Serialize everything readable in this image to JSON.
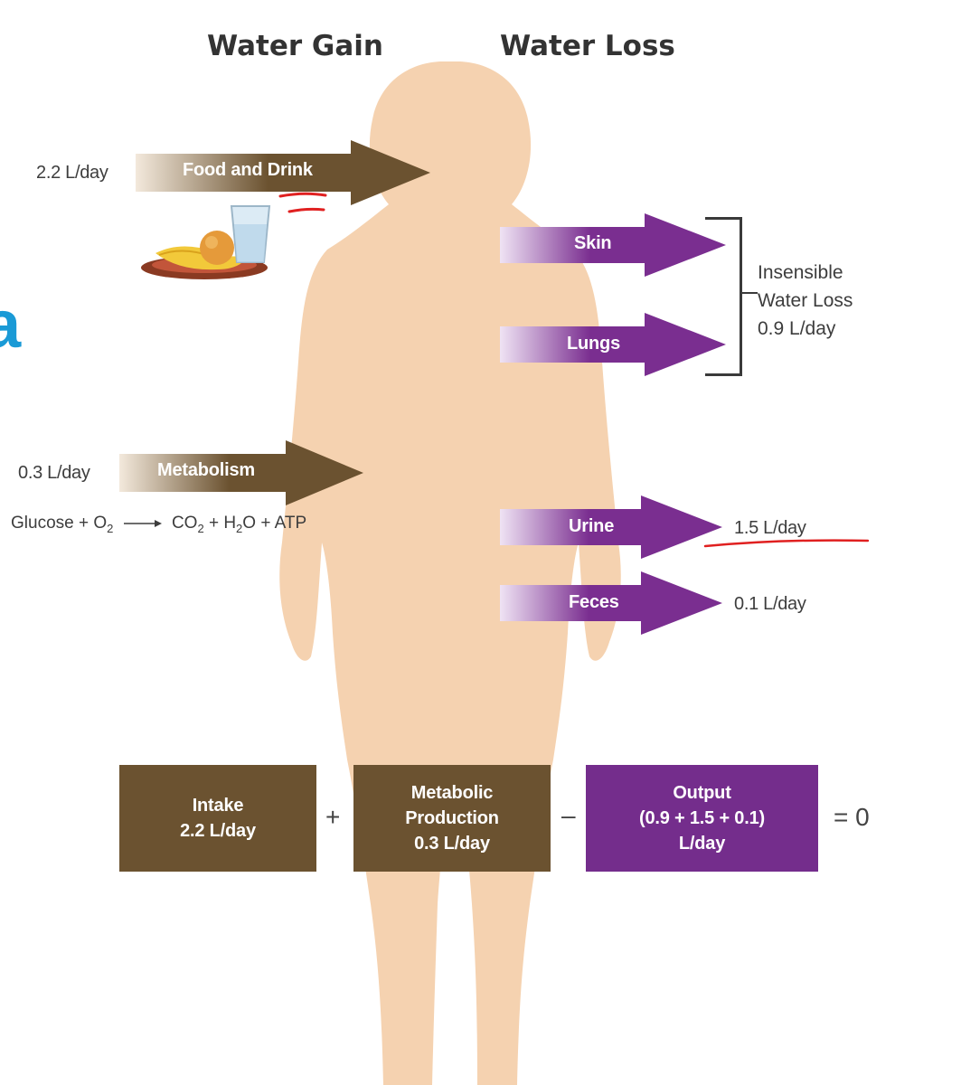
{
  "colors": {
    "gain": "#6b5230",
    "loss": "#7a2e90",
    "body": "#f5d2b0",
    "annotation": "#e02020",
    "equation_gain_box": "#6b5230",
    "equation_loss_box": "#742d8c"
  },
  "headings": {
    "gain": "Water Gain",
    "loss": "Water Loss"
  },
  "edge_mark": "a",
  "gain": {
    "food": {
      "rate": "2.2 L/day",
      "label": "Food and Drink",
      "icon": "food-plate-and-water-glass-icon"
    },
    "metabolism": {
      "rate": "0.3 L/day",
      "label": "Metabolism",
      "reaction": {
        "r1": "Glucose + O",
        "r1_sub": "2",
        "r2": "CO",
        "r2_sub": "2",
        "r3": " + H",
        "r3_sub": "2",
        "r4": "O + ATP"
      }
    }
  },
  "loss": {
    "skin": {
      "label": "Skin"
    },
    "lungs": {
      "label": "Lungs"
    },
    "insensible": {
      "line1": "Insensible",
      "line2": "Water Loss",
      "line3": "0.9 L/day"
    },
    "urine": {
      "label": "Urine",
      "rate": "1.5 L/day"
    },
    "feces": {
      "label": "Feces",
      "rate": "0.1  L/day"
    }
  },
  "balance": {
    "intake": {
      "line1": "Intake",
      "line2": "2.2 L/day"
    },
    "plus": "+",
    "metabolic": {
      "line1": "Metabolic",
      "line2": "Production",
      "line3": "0.3 L/day"
    },
    "minus": "–",
    "output": {
      "line1": "Output",
      "line2": "(0.9 + 1.5 + 0.1)",
      "line3": "L/day"
    },
    "result": "= 0"
  }
}
